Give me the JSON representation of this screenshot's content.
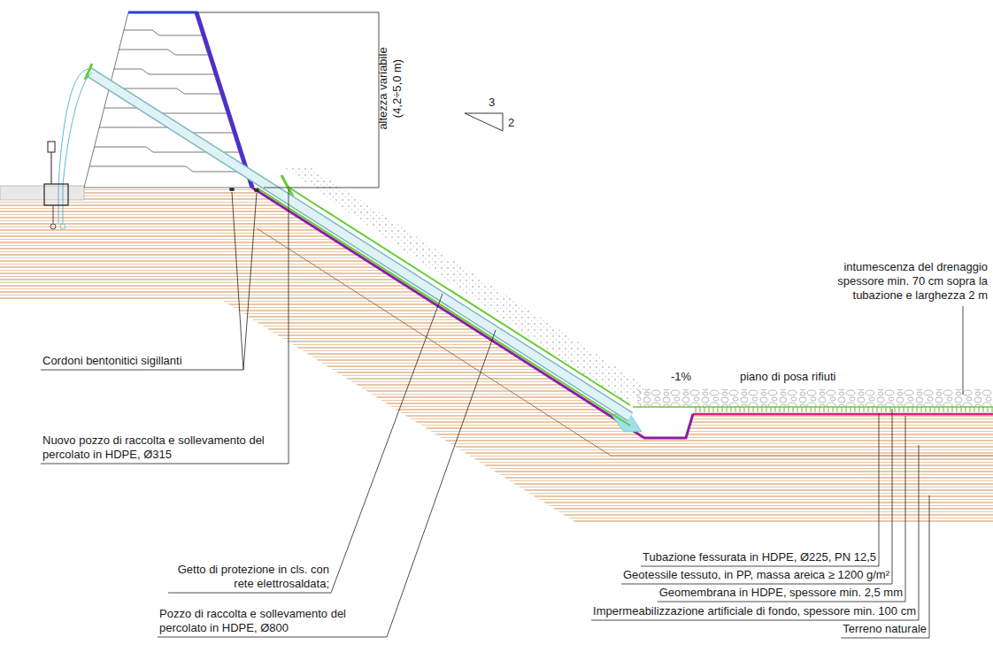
{
  "diagram": {
    "labels": [
      "altezza variabile (4,2÷5,0 m)",
      "3",
      "2",
      "intumescenza del drenaggio spessore min. 70 cm sopra la tubazione e larghezza 2 m",
      "-1%",
      "piano di posa rifiuti",
      "Cordoni bentonitici sigillanti",
      "Nuovo pozzo di raccolta e sollevamento del percolato in HDPE, Ø315",
      "Getto di protezione in cls. con rete elettrosaldata;",
      "Pozzo di raccolta e sollevamento del percolato in HDPE, Ø800",
      "Tubazione fessurata in HDPE, Ø225, PN 12,5",
      "Geotessile tessuto, in PP, massa areica ≥ 1200 g/m²",
      "Geomembrana in HDPE, spessore min. 2,5 mm",
      "Impermeabilizzazione artificiale di fondo, spessore min. 100 cm",
      "Terreno naturale"
    ]
  }
}
